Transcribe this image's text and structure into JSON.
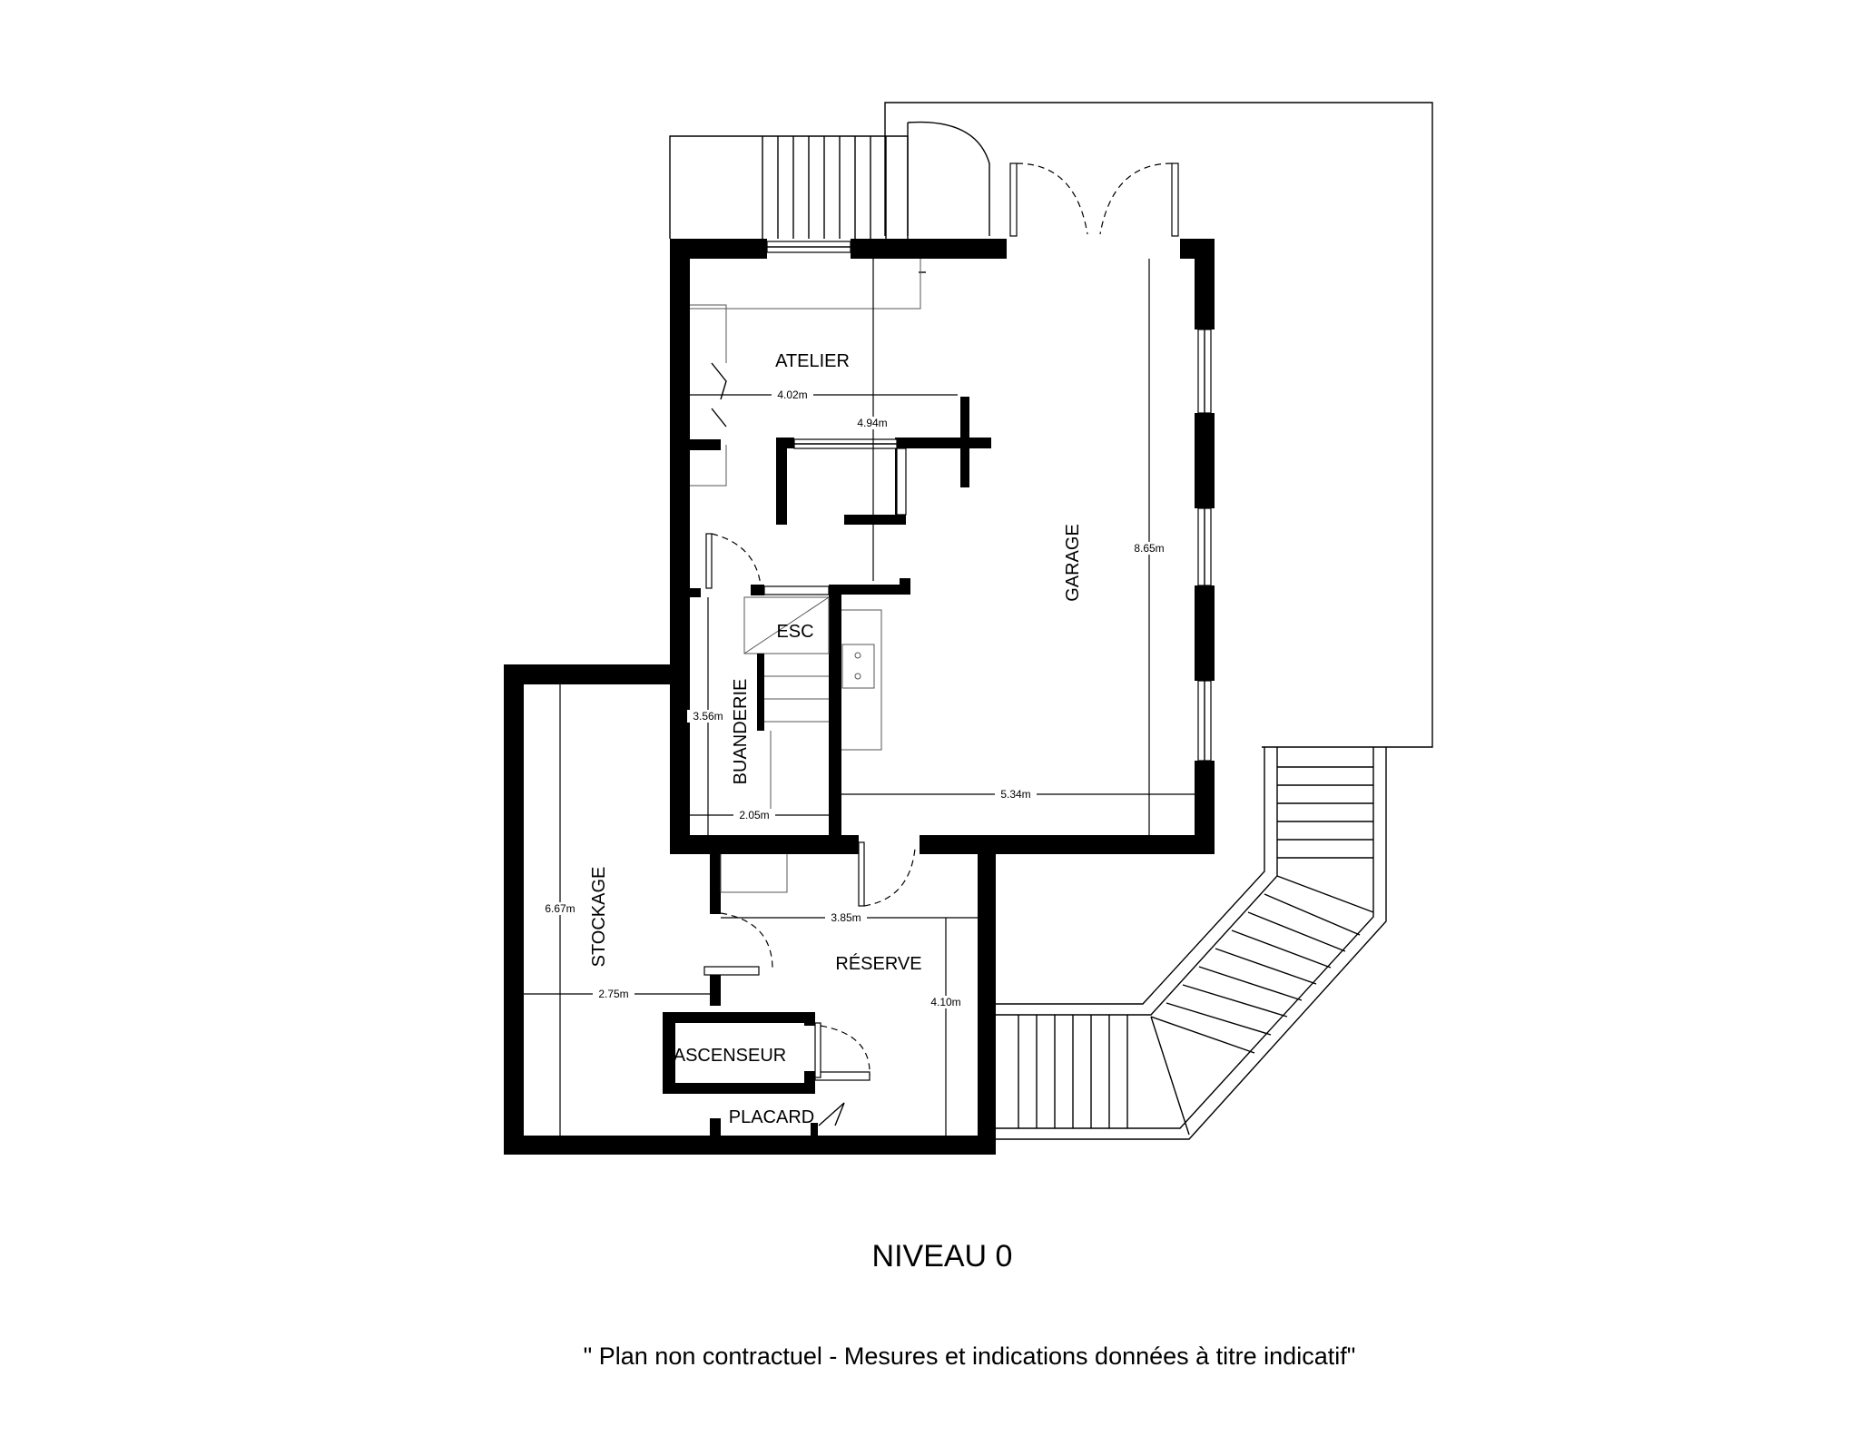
{
  "plan": {
    "title": "NIVEAU 0",
    "disclaimer": "\" Plan non contractuel - Mesures et indications données à titre indicatif\""
  },
  "rooms": {
    "atelier": "ATELIER",
    "garage": "GARAGE",
    "esc": "ESC",
    "buanderie": "BUANDERIE",
    "stockage": "STOCKAGE",
    "reserve": "RÉSERVE",
    "ascenseur": "ASCENSEUR",
    "placard": "PLACARD"
  },
  "dimensions": {
    "atelier_width": "4.02m",
    "atelier_height": "4.94m",
    "garage_height": "8.65m",
    "garage_width": "5.34m",
    "buanderie_height": "3.56m",
    "buanderie_width": "2.05m",
    "stockage_height": "6.67m",
    "stockage_width": "2.75m",
    "reserve_width": "3.85m",
    "reserve_height": "4.10m"
  }
}
